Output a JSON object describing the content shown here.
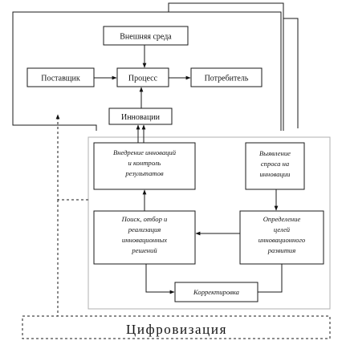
{
  "external_environment": "Внешняя среда",
  "supplier": "Поставщик",
  "process": "Процесс",
  "consumer": "Потребитель",
  "innovations": "Инновации",
  "implementation": [
    "Внедрение инноваций",
    "и контроль",
    "результатов"
  ],
  "demand": [
    "Выявление",
    "спроса на",
    "инновации"
  ],
  "search": [
    "Поиск, отбор и",
    "реализация",
    "инновационных",
    "решений"
  ],
  "goals": [
    "Определение",
    "целей",
    "инновационного",
    "развития"
  ],
  "correction": "Корректировка",
  "digitalization": "Цифровизация"
}
